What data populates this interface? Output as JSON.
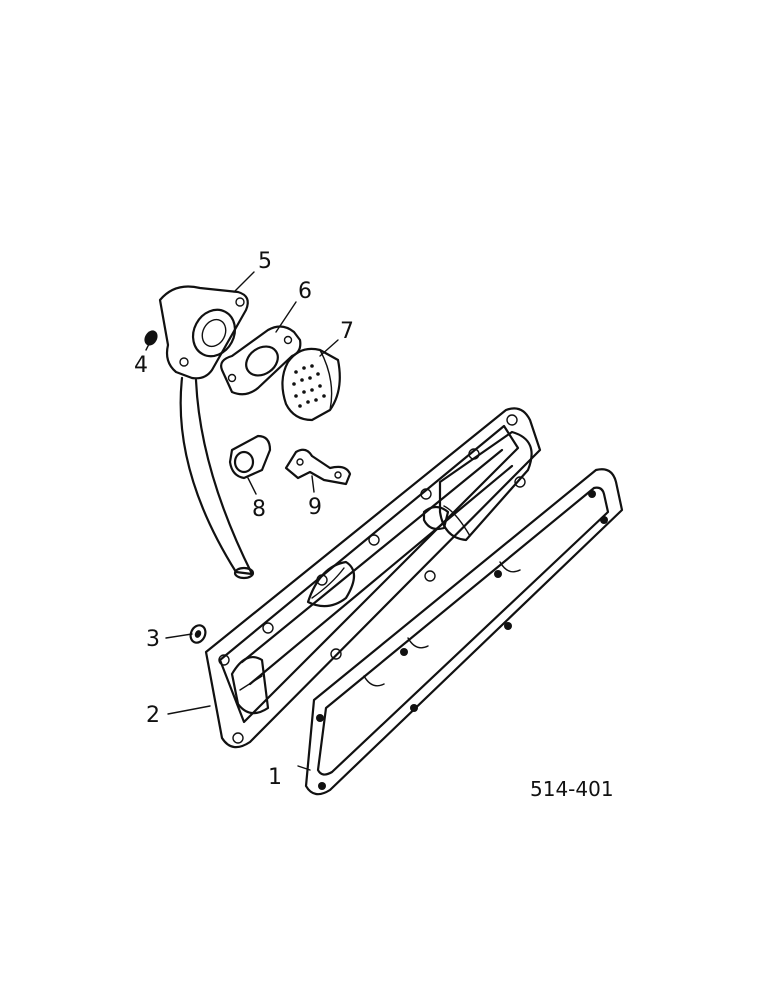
{
  "diagram": {
    "drawing_number": "514-401",
    "callouts": [
      {
        "id": "callout-1",
        "number": "1"
      },
      {
        "id": "callout-2",
        "number": "2"
      },
      {
        "id": "callout-3",
        "number": "3"
      },
      {
        "id": "callout-4",
        "number": "4"
      },
      {
        "id": "callout-5",
        "number": "5"
      },
      {
        "id": "callout-6",
        "number": "6"
      },
      {
        "id": "callout-7",
        "number": "7"
      },
      {
        "id": "callout-8",
        "number": "8"
      },
      {
        "id": "callout-9",
        "number": "9"
      }
    ],
    "colors": {
      "ink": "#111111",
      "paper": "#ffffff"
    }
  }
}
